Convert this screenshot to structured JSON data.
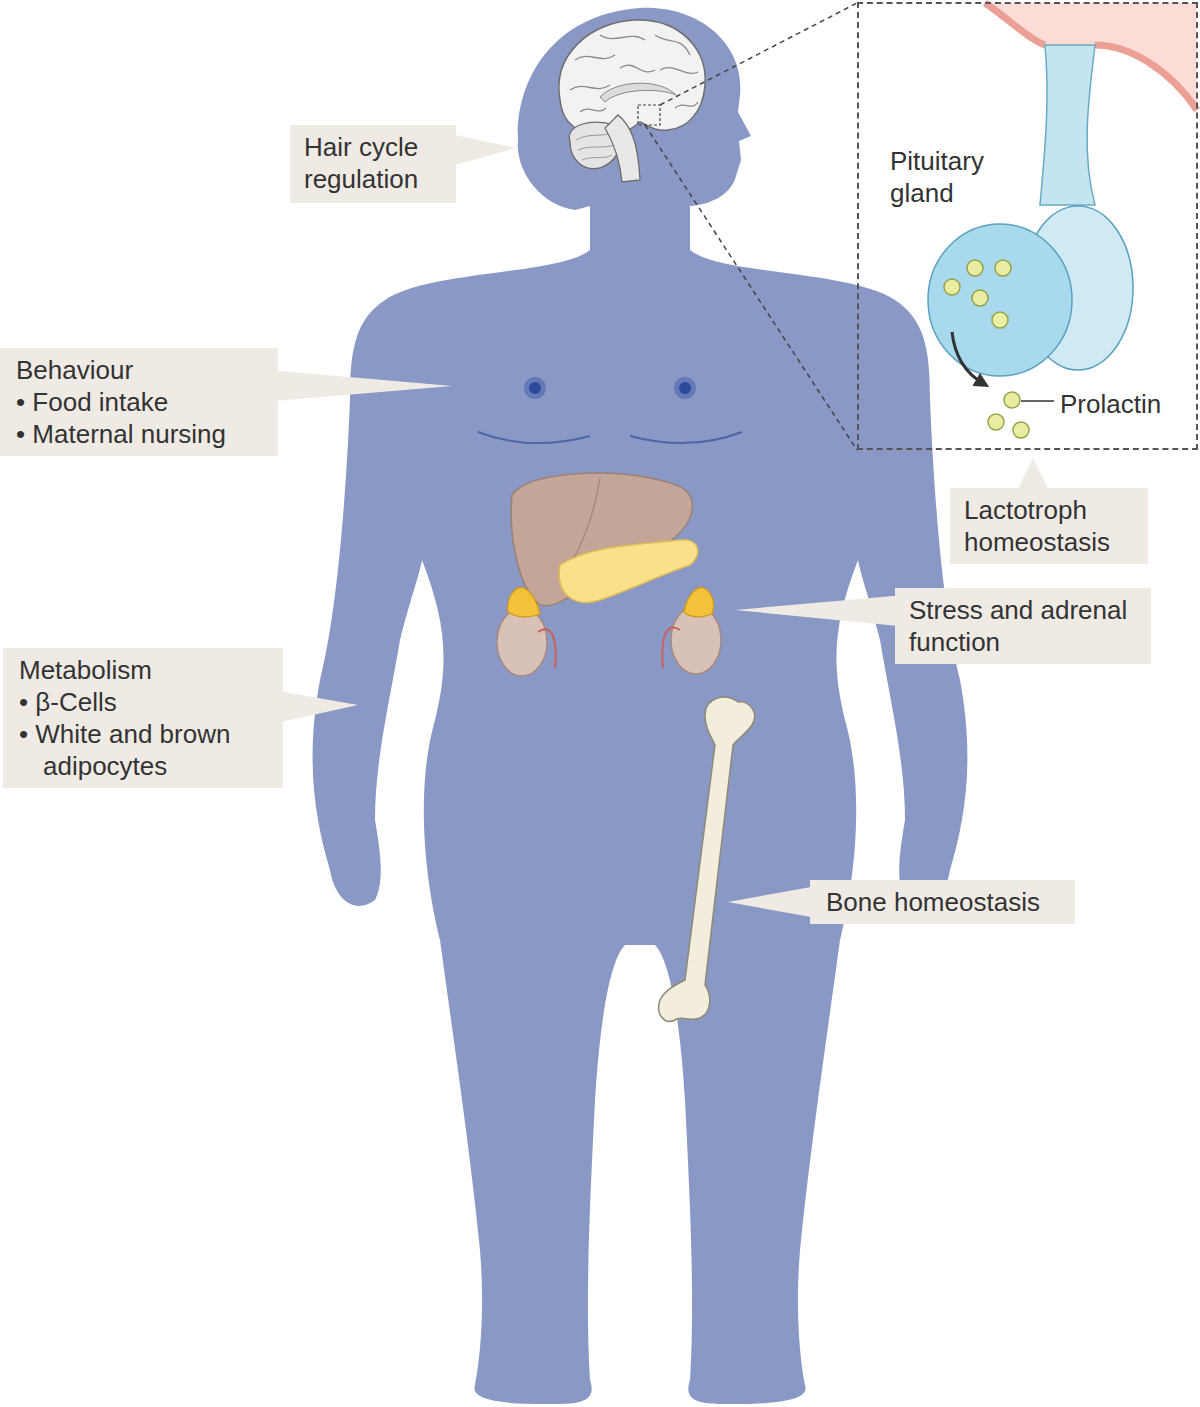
{
  "diagram": {
    "nodes": [
      {
        "text": [
          "Hair cycle regulation"
        ]
      },
      {
        "text": [
          "Pituitary gland",
          "Prolactin"
        ]
      },
      {
        "text": [
          "Behaviour",
          "• Food intake",
          "• Maternal nursing"
        ]
      },
      {
        "text": [
          "Lactotroph homeostasis"
        ]
      },
      {
        "text": [
          "Stress and adrenal function"
        ]
      },
      {
        "text": [
          "Metabolism",
          "• β-Cells",
          "• White and brown adipocytes"
        ]
      },
      {
        "text": [
          "Bone homeostasis"
        ]
      }
    ]
  }
}
